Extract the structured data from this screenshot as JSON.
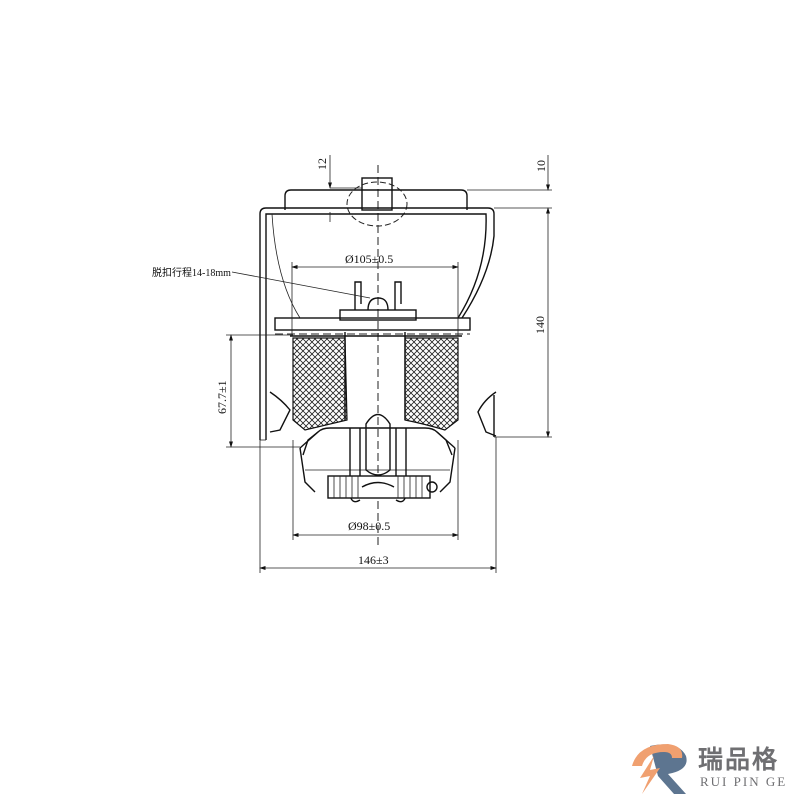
{
  "drawing": {
    "dimensions": {
      "top_left": "12",
      "top_right": "10",
      "height": "140",
      "diameter_upper": "Ø105±0.5",
      "release_stroke": "脱扣行程14-18mm",
      "stroke_height": "67.7±1",
      "diameter_lower": "Ø98±0.5",
      "width": "146±3"
    }
  },
  "logo": {
    "mark": "R",
    "name_cn": "瑞品格",
    "name_en": "RUI PIN GE",
    "colors": {
      "orange": "#f0a070",
      "blue": "#5d7590"
    }
  }
}
